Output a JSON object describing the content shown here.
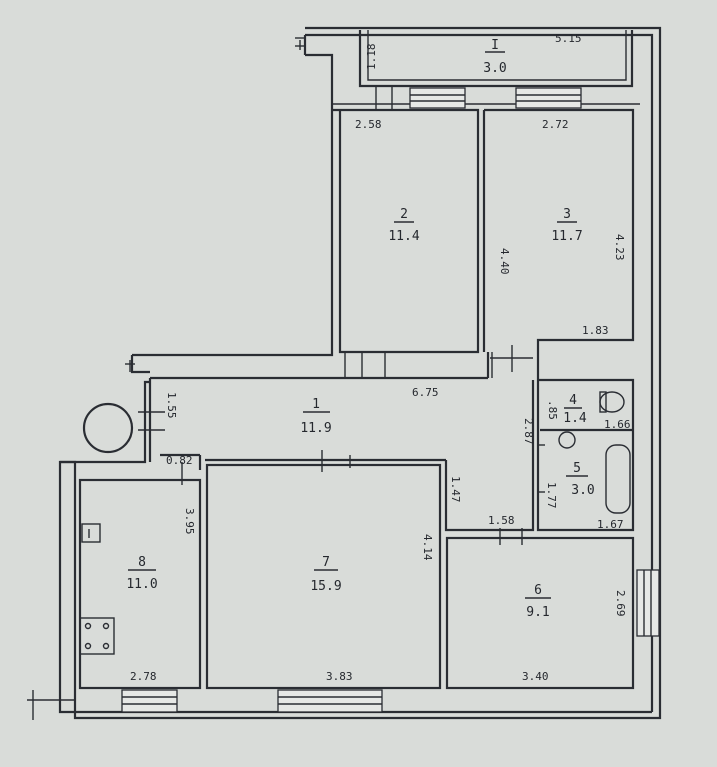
{
  "plan": {
    "rooms": [
      {
        "id": "room-1",
        "number": "1",
        "area": "11.9"
      },
      {
        "id": "room-2",
        "number": "2",
        "area": "11.4"
      },
      {
        "id": "room-3",
        "number": "3",
        "area": "11.7"
      },
      {
        "id": "room-4",
        "number": "4",
        "area": "1.4"
      },
      {
        "id": "room-5",
        "number": "5",
        "area": "3.0"
      },
      {
        "id": "room-6",
        "number": "6",
        "area": "9.1"
      },
      {
        "id": "room-7",
        "number": "7",
        "area": "15.9"
      },
      {
        "id": "room-8",
        "number": "8",
        "area": "11.0"
      },
      {
        "id": "room-I",
        "number": "I",
        "area": "3.0"
      }
    ],
    "dimensions": {
      "balcony_width": "5.15",
      "balcony_depth": "1.18",
      "room2_width": "2.58",
      "room3_width": "2.72",
      "room2_depth": "4.40",
      "room3_depth": "4.23",
      "room3_bottom": "1.83",
      "hall_length": "6.75",
      "hall_left": "1.55",
      "hall_gap": "0.82",
      "wc_width": "1.66",
      "wc_height": ".85",
      "bath_width": "1.67",
      "bath_height": "1.77",
      "bath_side": "2.87",
      "corridor_height": "1.47",
      "corridor_width": "1.58",
      "kitchen_depth": "3.95",
      "kitchen_width": "2.78",
      "room7_width": "3.83",
      "room7_depth": "4.14",
      "room6_width": "3.40",
      "room6_depth": "2.69"
    }
  }
}
